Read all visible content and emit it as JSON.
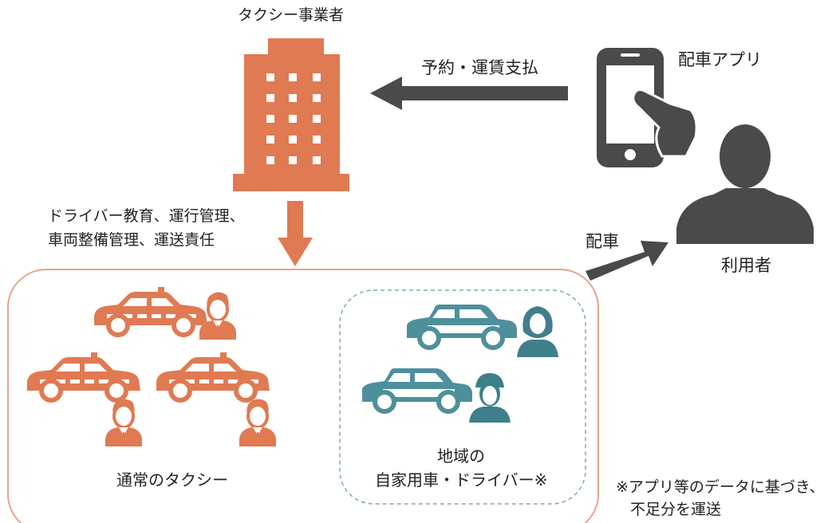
{
  "labels": {
    "operator": "タクシー事業者",
    "booking": "予約・運賃支払",
    "app": "配車アプリ",
    "duties_line1": "ドライバー教育、運行管理、",
    "duties_line2": "車両整備管理、運送責任",
    "dispatch": "配車",
    "user": "利用者",
    "regular_taxi": "通常のタクシー",
    "local_line1": "地域の",
    "local_line2": "自家用車・ドライバー※",
    "note_line1": "※アプリ等のデータに基づき、",
    "note_line2": "不足分を運送"
  },
  "colors": {
    "taxi_orange": "#E07A52",
    "local_teal": "#3F7F8C",
    "dark_gray": "#4A4A4A",
    "region_border": "#E8A48A"
  }
}
